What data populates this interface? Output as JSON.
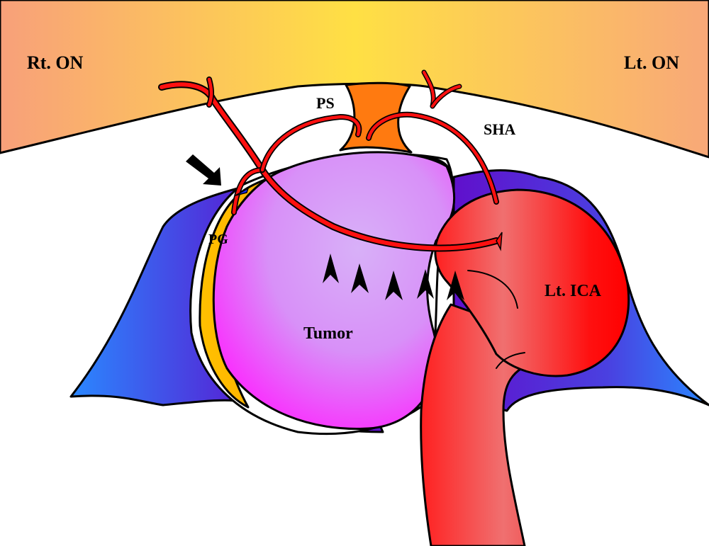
{
  "figure": {
    "type": "anatomical-illustration",
    "labels": {
      "rt_on": "Rt. ON",
      "lt_on": "Lt. ON",
      "ps": "PS",
      "sha": "SHA",
      "pg": "PG",
      "tumor": "Tumor",
      "lt_ica": "Lt. ICA"
    },
    "annotations": {
      "arrow": "black arrow pointing to pituitary gland / blue membrane",
      "arrowheads_count": 5
    },
    "colors": {
      "optic_nerve_edge": "#f8a878",
      "optic_nerve_center": "#ffe040",
      "pituitary_stalk": "#ff7a10",
      "pituitary_gland": "#ffb000",
      "tumor_light": "#d8a8f8",
      "tumor_dark": "#ff20ff",
      "membrane_blue": "#2a80ff",
      "membrane_purple": "#6010d0",
      "artery": "#ff1010",
      "ica_light": "#f07070",
      "outline": "#000000"
    }
  }
}
